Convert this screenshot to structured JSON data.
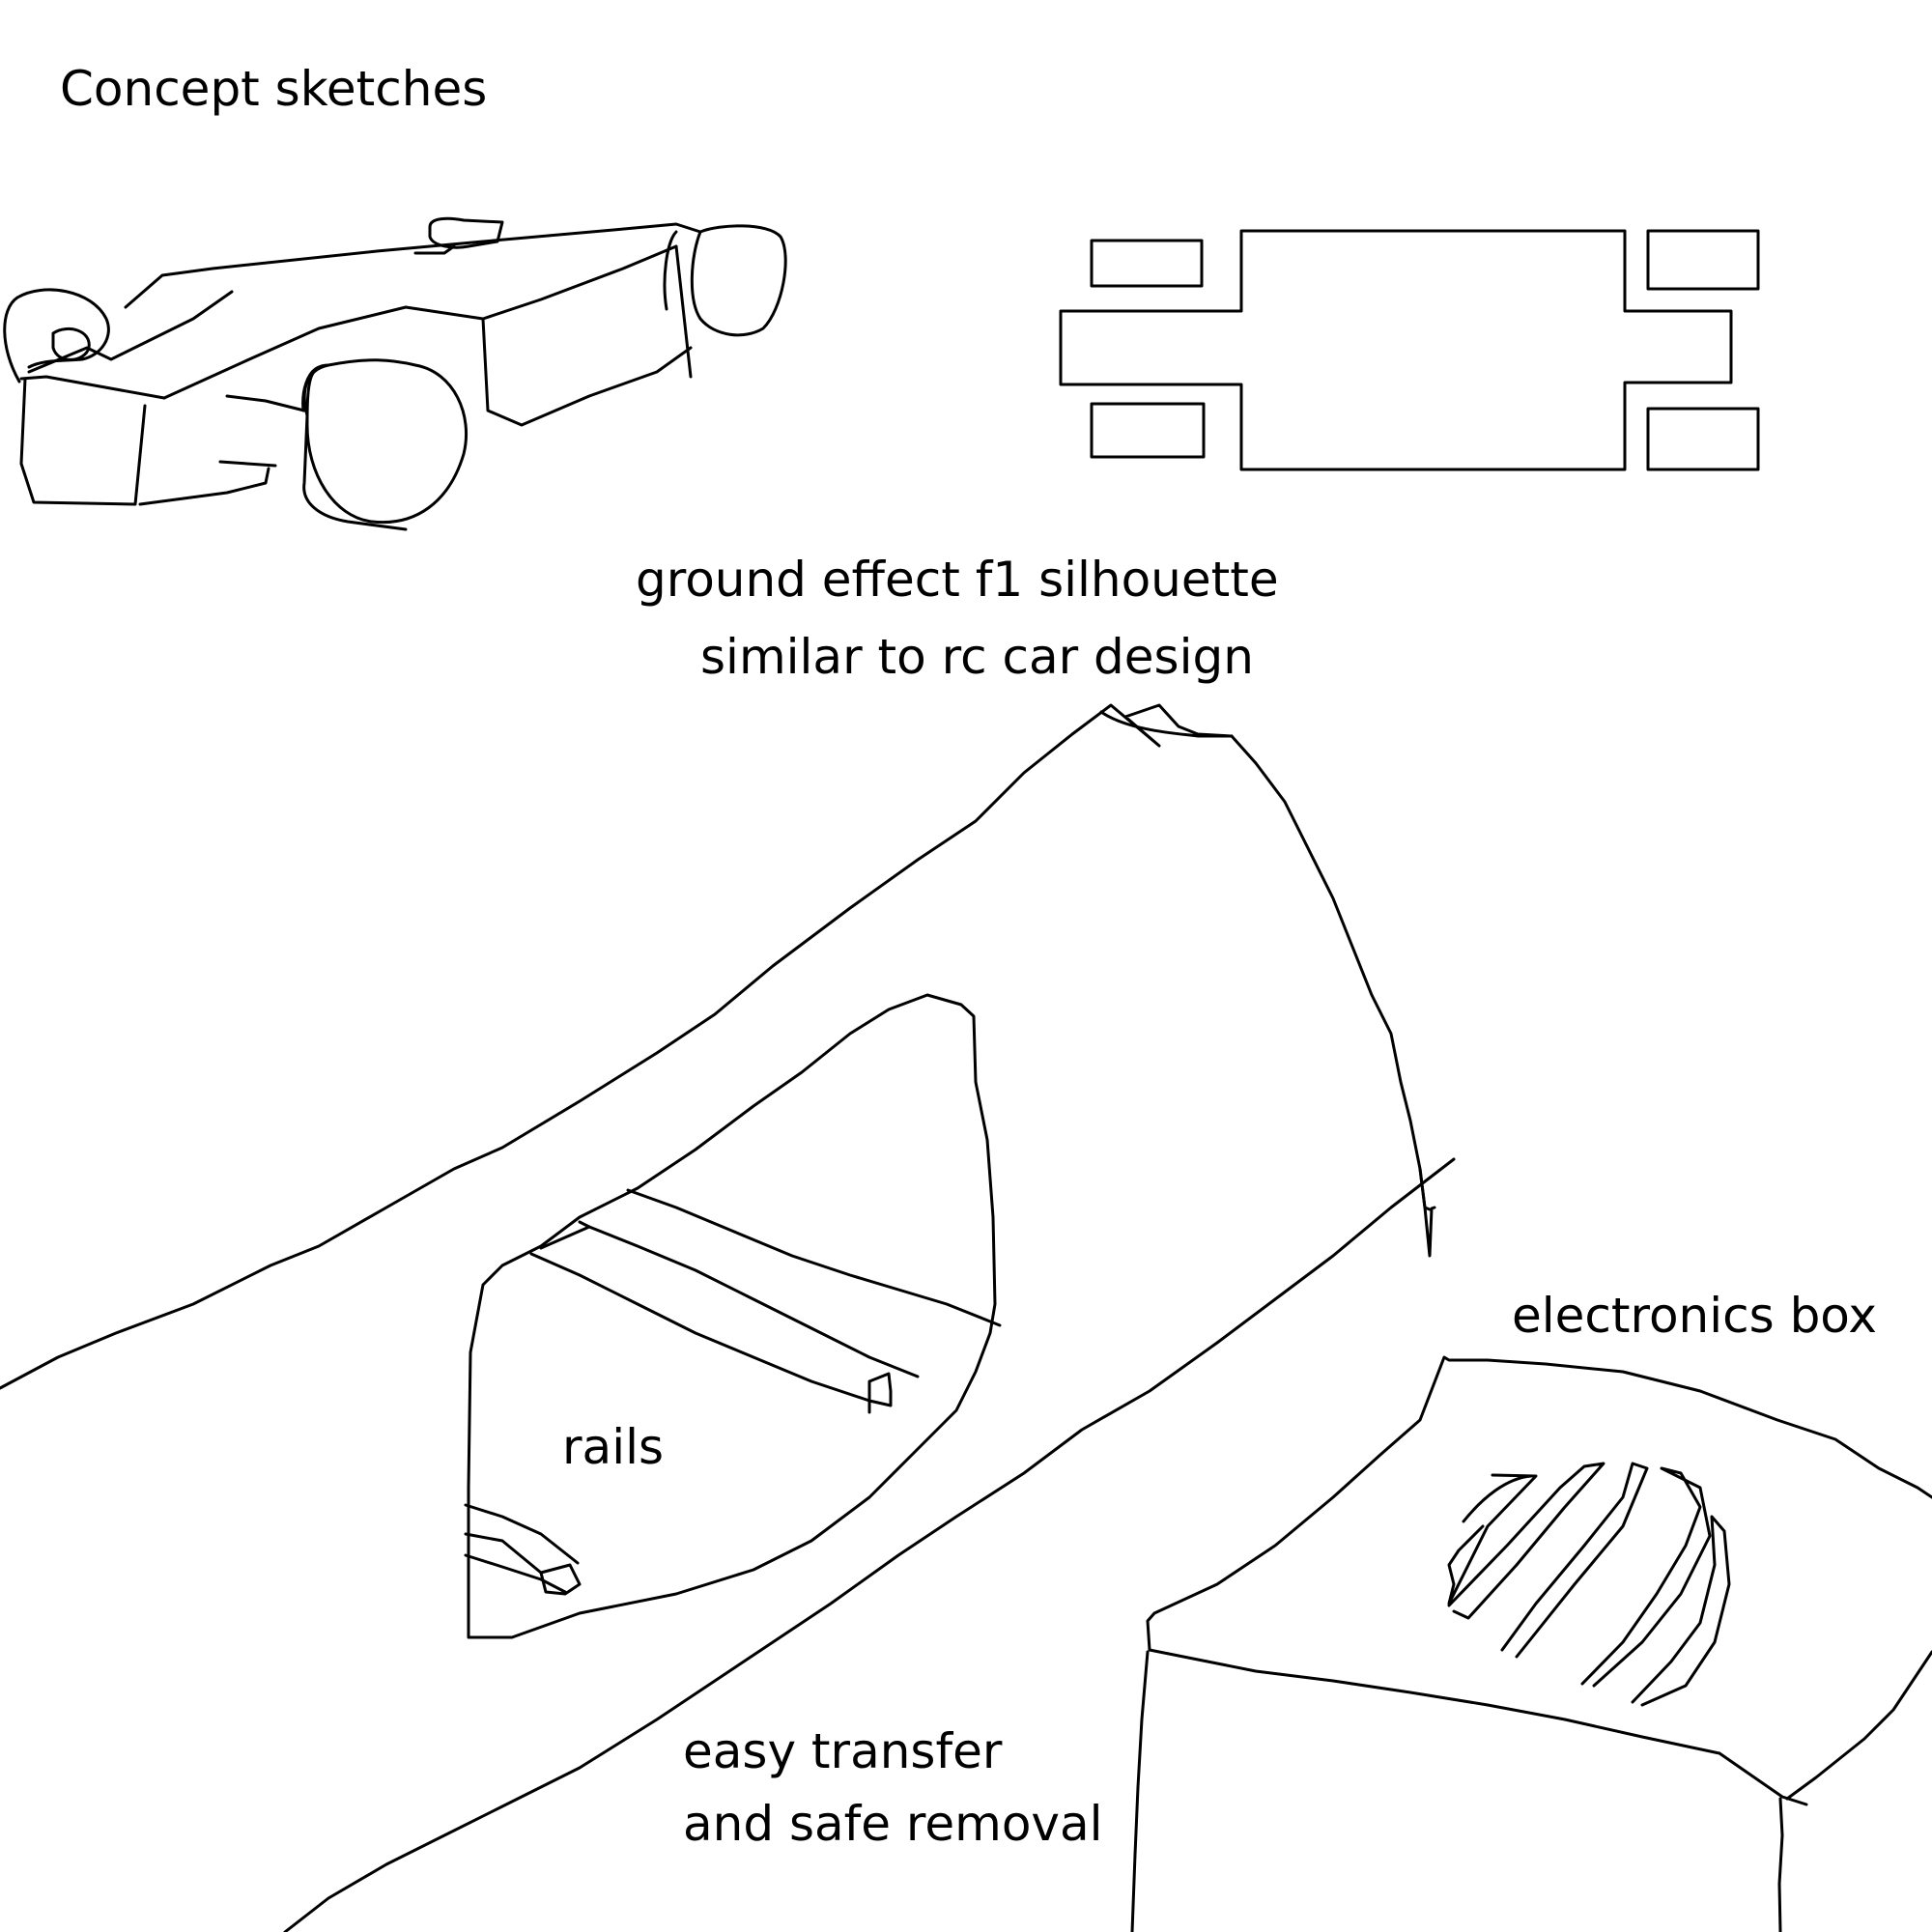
{
  "title": "Concept sketches",
  "captions": {
    "silhouette_line1": "ground effect f1 silhouette",
    "silhouette_line2": "similar to rc car design",
    "rails": "rails",
    "electronics_box": "electronics box",
    "transfer_line1": "easy transfer",
    "transfer_line2": "and safe removal"
  },
  "colors": {
    "ink": "#000000",
    "paper": "#ffffff"
  }
}
